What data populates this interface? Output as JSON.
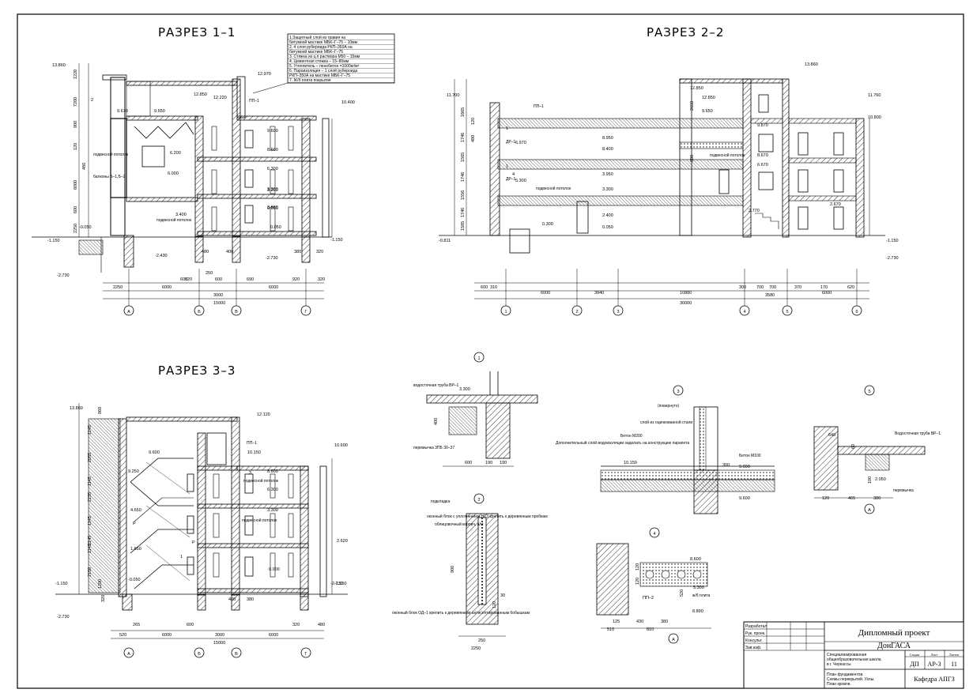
{
  "sections": {
    "s11": {
      "title": "РАЗРЕЗ 1–1"
    },
    "s22": {
      "title": "РАЗРЕЗ 2–2"
    },
    "s33": {
      "title": "РАЗРЕЗ 3–3"
    }
  },
  "legend": [
    "1.Защитный слой из гравия на",
    "битумной мастике МБК–Г–75 – 10мм",
    "2. 4 слоя рубероида РКП–350А на",
    "битумной мастике МБК–Г–75",
    "3. Стяжка из ц.п раствора М50 – 15мм",
    "4. Цементная стяжка – 15–80мм",
    "5. Утеплитель – пенобетон =1000кг/м³",
    "6. Пароизоляция – 1 слой рубероида",
    "РКП–350А на мастике МБК–Г–75",
    "7. Ж/б плита покрытия"
  ],
  "s11": {
    "elev_left": [
      "13.860",
      "-1.150",
      "-0.050",
      "-2.730"
    ],
    "elev_inner": [
      "12.970",
      "9.670",
      "9.650",
      "12.850",
      "12.220",
      "9.600",
      "6.200",
      "6.000",
      "3.400",
      "3.200",
      "0.000",
      "0.050",
      "10.400",
      "8.600",
      "6.300",
      "3.300",
      "3.600",
      "-2.430",
      "-2.730",
      "-1.150"
    ],
    "labels": [
      "подвесной потолок",
      "балконы Б–1,Б–2",
      "подвесной потолок",
      "ПП–1",
      "2"
    ],
    "vdims": [
      "1220",
      "7200",
      "900",
      "120",
      "480",
      "6000",
      "600",
      "2250"
    ],
    "hdims": [
      "2250",
      "6000",
      "3000",
      "6000",
      "15000",
      "600",
      "520",
      "600",
      "690",
      "920",
      "320",
      "480",
      "400",
      "250",
      "380",
      "320"
    ],
    "axes": [
      "А",
      "Б",
      "В",
      "Г"
    ]
  },
  "s22": {
    "elev": [
      "11.700",
      "13.860",
      "12.850",
      "12.850",
      "11.760",
      "10.800",
      "9.870",
      "9.650",
      "8.950",
      "8.670",
      "8.400",
      "6.970",
      "6.670",
      "5.300",
      "3.950",
      "3.300",
      "2.770",
      "2.670",
      "2.400",
      "0.300",
      "0.050",
      "-1.150",
      "-2.730",
      "-0.811"
    ],
    "labels": [
      "ПП–1",
      "ДР–1",
      "ДР–1",
      "подвесной потолок",
      "подвесной потолок",
      "1",
      "1",
      "4"
    ],
    "vdims": [
      "1665",
      "1746",
      "1565",
      "1746",
      "1556",
      "1746",
      "1585",
      "120",
      "480",
      "2650",
      "600"
    ],
    "hdims": [
      "600",
      "316",
      "6000",
      "3940",
      "10880",
      "300",
      "700",
      "700",
      "370",
      "170",
      "620",
      "3580",
      "6000",
      "30000"
    ],
    "axes": [
      "1",
      "2",
      "3",
      "4",
      "5",
      "6"
    ]
  },
  "s33": {
    "elev": [
      "13.860",
      "12.120",
      "10.600",
      "10.150",
      "9.600",
      "9.250",
      "8.600",
      "6.300",
      "4.650",
      "3.300",
      "1.650",
      "0.000",
      "-0.050",
      "-1.150",
      "-2.730",
      "-2.730",
      "-1.150",
      "2.620"
    ],
    "labels": [
      "ПП–1",
      "подвесной потолок",
      "подвесной потолок",
      "3",
      "1",
      "Р",
      "Р"
    ],
    "vdims": [
      "860",
      "1145",
      "2055",
      "1145",
      "2155",
      "1145",
      "2145",
      "1145",
      "2150",
      "1200",
      "320"
    ],
    "hdims": [
      "520",
      "265",
      "600",
      "6000",
      "3000",
      "6000",
      "15000",
      "320",
      "480",
      "400",
      "380"
    ],
    "axes": [
      "А",
      "Б",
      "В",
      "Г"
    ]
  },
  "detail1": {
    "num": "1",
    "labels": [
      "водосточная труба ВР–1",
      "перемычка 3ПБ 30–37",
      "3.300"
    ],
    "dims": [
      "400",
      "600",
      "190",
      "190"
    ]
  },
  "detail2": {
    "num": "2",
    "labels": [
      "подкладка",
      "оконный блок с уплотнением Н13 крепить к деревянным пробкам",
      "облицовочный кирпич, а/м",
      "оконный блок ОД–1 крепить к деревянным антисептированным бобышкам"
    ],
    "dims": [
      "900",
      "30",
      "120",
      "250",
      "2250"
    ]
  },
  "detail3": {
    "num": "3",
    "sub": "(повернуто)",
    "labels": [
      "слой из оцинкованной стали",
      "Бетон М200",
      "Дополнительный слой водоизоляции заделать на конструкцию парапета",
      "10.150",
      "300",
      "Бетон М100",
      "9.600",
      "9.600"
    ]
  },
  "detail4": {
    "num": "4",
    "labels": [
      "8.600",
      "ПП–2",
      "5.300",
      "ж/б плита",
      "8.890"
    ],
    "dims": [
      "120",
      "120",
      "500",
      "520",
      "125",
      "430",
      "380",
      "510",
      "810"
    ]
  },
  "detail5": {
    "num": "5",
    "labels": [
      "Водосточная труба ВР–1",
      "2.050",
      "перемычка",
      "640"
    ],
    "dims": [
      "60",
      "100",
      "120",
      "465",
      "380"
    ]
  },
  "stamp": {
    "project": "Дипломный проект",
    "org": "ДонГАСА",
    "dept": "Кафедра АПГЗ",
    "stage": "ДП",
    "sheet_code": "АР-3",
    "sheet_no": "11",
    "h_stage": "Стадия",
    "h_sheet": "Лист",
    "h_sheets": "Листов",
    "desc": [
      "Специализированная",
      "общеобразовательная школа",
      "в г. Черкассы"
    ],
    "sheet_desc": [
      "План фундаментов.",
      "Схемы перекрытий. Узлы.",
      "План кровли."
    ],
    "roles": [
      "Разработал",
      "Рук. проек.",
      "Консульт.",
      "Зав.каф."
    ]
  }
}
